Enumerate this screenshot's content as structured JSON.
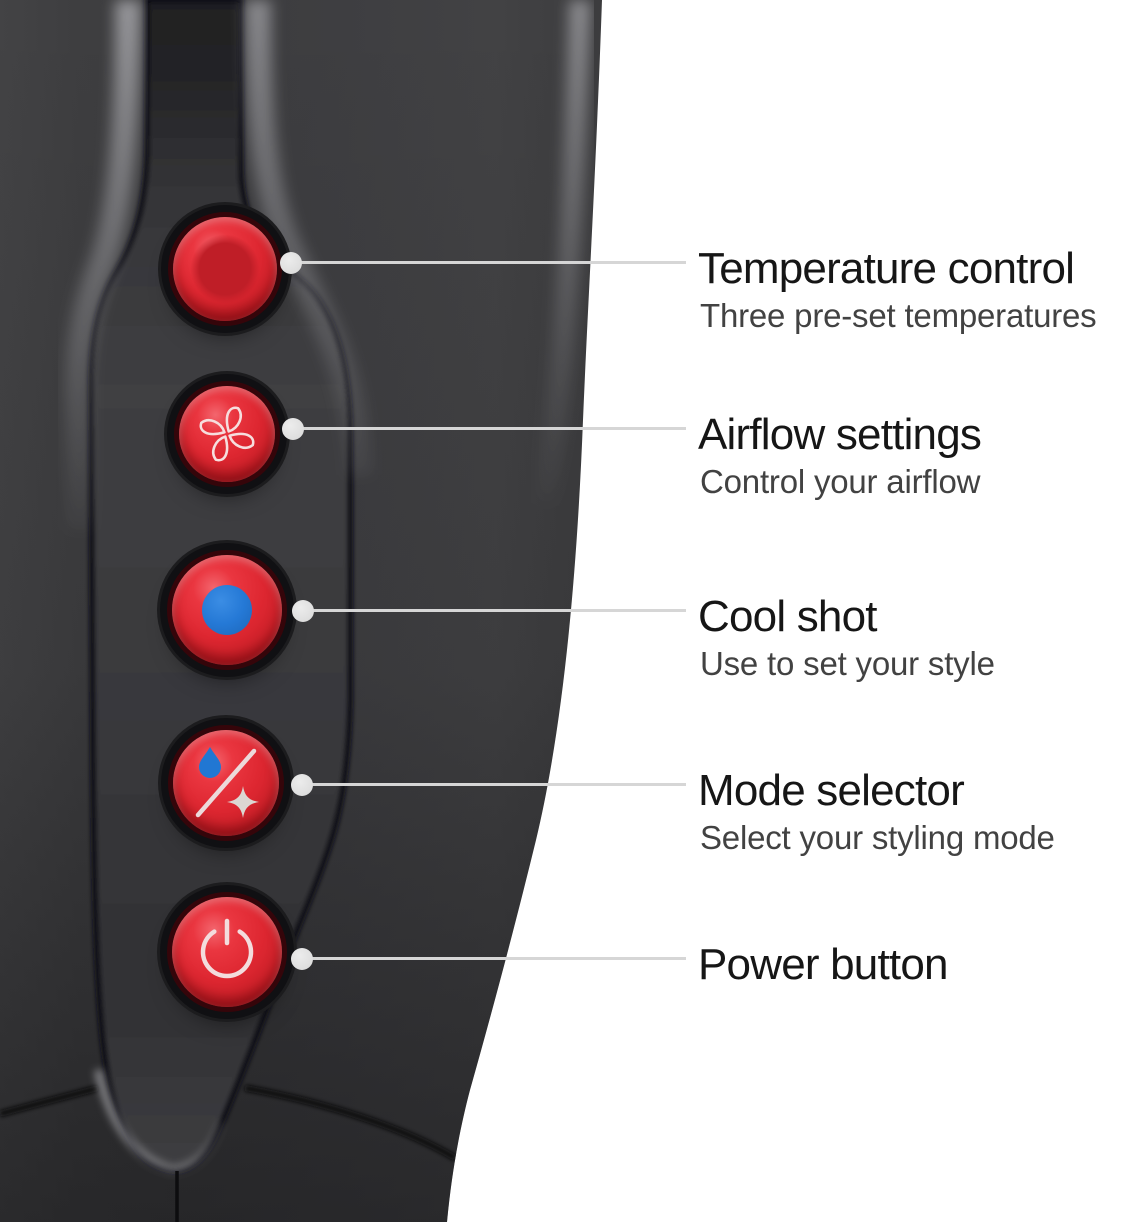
{
  "diagram": {
    "type": "product-callout-diagram",
    "subject": "Hair dryer handle control buttons"
  },
  "colors": {
    "background": "#ffffff",
    "device_body": "#3a3a3c",
    "button_red": "#de2731",
    "cool_shot_blue": "#2579d6",
    "droplet_blue": "#2177d3",
    "icon_white": "#f6dede",
    "callout_line": "#d6d6d6",
    "callout_dot": "#e0e0e0",
    "title_text": "#161616",
    "subtitle_text": "#424242"
  },
  "buttons": [
    {
      "icon": "temperature-inner-dot-icon"
    },
    {
      "icon": "fan-icon"
    },
    {
      "icon": "blue-dot-icon"
    },
    {
      "icon": "droplet-slash-sparkle-icon"
    },
    {
      "icon": "power-icon"
    }
  ],
  "callouts": [
    {
      "title": "Temperature control",
      "subtitle": "Three pre-set temperatures"
    },
    {
      "title": "Airflow settings",
      "subtitle": "Control your airflow"
    },
    {
      "title": "Cool shot",
      "subtitle": "Use to set your style"
    },
    {
      "title": "Mode selector",
      "subtitle": "Select your styling mode"
    },
    {
      "title": "Power button",
      "subtitle": ""
    }
  ]
}
